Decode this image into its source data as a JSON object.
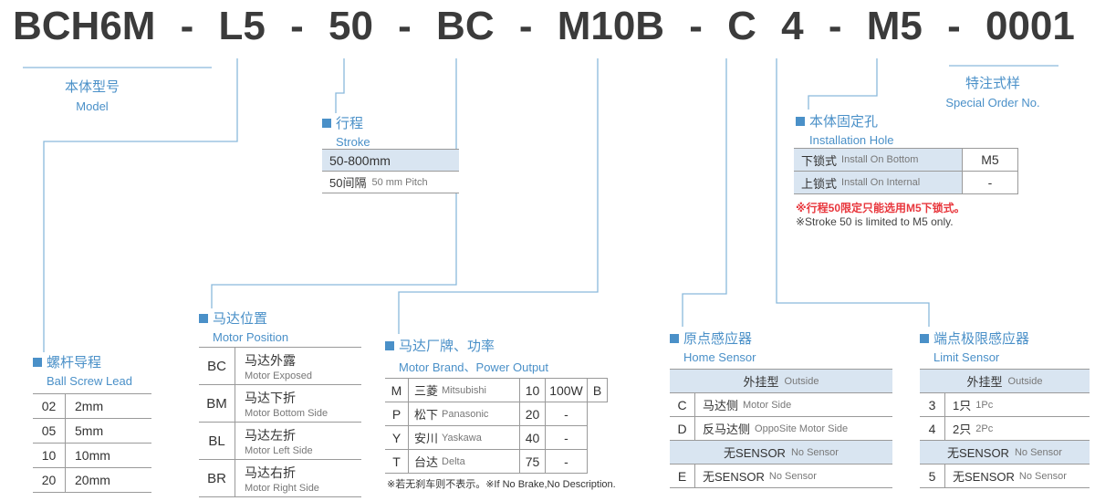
{
  "colors": {
    "accent_blue": "#4a90c8",
    "row_shade": "#d9e5f1",
    "warning_red": "#e8373d",
    "connector_blue": "#8ab9dc",
    "text_dark": "#333333",
    "text_gray": "#777777"
  },
  "model_code": {
    "sep": "-",
    "segments": [
      "BCH6M",
      "L5",
      "50",
      "BC",
      "M10B",
      "C",
      "4",
      "M5",
      "0001"
    ]
  },
  "sections": {
    "model": {
      "title_cn": "本体型号",
      "title_en": "Model"
    },
    "special_order": {
      "title_cn": "特注式样",
      "title_en": "Special Order No."
    },
    "stroke": {
      "title_cn": "行程",
      "title_en": "Stroke",
      "range": "50-800mm",
      "pitch_cn": "50间隔",
      "pitch_en": "50 mm Pitch"
    },
    "installation_hole": {
      "title_cn": "本体固定孔",
      "title_en": "Installation Hole",
      "rows": [
        {
          "label_cn": "下锁式",
          "label_en": "Install On Bottom",
          "value": "M5"
        },
        {
          "label_cn": "上锁式",
          "label_en": "Install On Internal",
          "value": "-"
        }
      ],
      "note_cn": "※行程50限定只能选用M5下锁式。",
      "note_en": "※Stroke 50 is limited to M5 only."
    },
    "ball_screw_lead": {
      "title_cn": "螺杆导程",
      "title_en": "Ball Screw Lead",
      "rows": [
        {
          "code": "02",
          "value": "2mm"
        },
        {
          "code": "05",
          "value": "5mm"
        },
        {
          "code": "10",
          "value": "10mm"
        },
        {
          "code": "20",
          "value": "20mm"
        }
      ]
    },
    "motor_position": {
      "title_cn": "马达位置",
      "title_en": "Motor Position",
      "rows": [
        {
          "code": "BC",
          "cn": "马达外露",
          "en": "Motor Exposed"
        },
        {
          "code": "BM",
          "cn": "马达下折",
          "en": "Motor Bottom Side"
        },
        {
          "code": "BL",
          "cn": "马达左折",
          "en": "Motor Left Side"
        },
        {
          "code": "BR",
          "cn": "马达右折",
          "en": "Motor Right Side"
        }
      ]
    },
    "motor_brand": {
      "title_cn": "马达厂牌、功率",
      "title_en": "Motor Brand、Power Output",
      "rows": [
        {
          "code": "M",
          "cn": "三菱",
          "en": "Mitsubishi",
          "power_code": "10",
          "power": "100W",
          "brake": "B"
        },
        {
          "code": "P",
          "cn": "松下",
          "en": "Panasonic",
          "power_code": "20",
          "power": "-",
          "brake": ""
        },
        {
          "code": "Y",
          "cn": "安川",
          "en": "Yaskawa",
          "power_code": "40",
          "power": "-",
          "brake": ""
        },
        {
          "code": "T",
          "cn": "台达",
          "en": "Delta",
          "power_code": "75",
          "power": "-",
          "brake": ""
        }
      ],
      "note": "※若无刹车则不表示。※If No Brake,No Description."
    },
    "home_sensor": {
      "title_cn": "原点感应器",
      "title_en": "Home Sensor",
      "group_outside_cn": "外挂型",
      "group_outside_en": "Outside",
      "rows": [
        {
          "code": "C",
          "cn": "马达侧",
          "en": "Motor Side"
        },
        {
          "code": "D",
          "cn": "反马达侧",
          "en": "OppoSite Motor Side"
        }
      ],
      "group_none_cn": "无SENSOR",
      "group_none_en": "No Sensor",
      "rows_none": [
        {
          "code": "E",
          "cn": "无SENSOR",
          "en": "No Sensor"
        }
      ]
    },
    "limit_sensor": {
      "title_cn": "端点极限感应器",
      "title_en": "Limit Sensor",
      "group_outside_cn": "外挂型",
      "group_outside_en": "Outside",
      "rows": [
        {
          "code": "3",
          "cn": "1只",
          "en": "1Pc"
        },
        {
          "code": "4",
          "cn": "2只",
          "en": "2Pc"
        }
      ],
      "group_none_cn": "无SENSOR",
      "group_none_en": "No Sensor",
      "rows_none": [
        {
          "code": "5",
          "cn": "无SENSOR",
          "en": "No Sensor"
        }
      ]
    }
  }
}
